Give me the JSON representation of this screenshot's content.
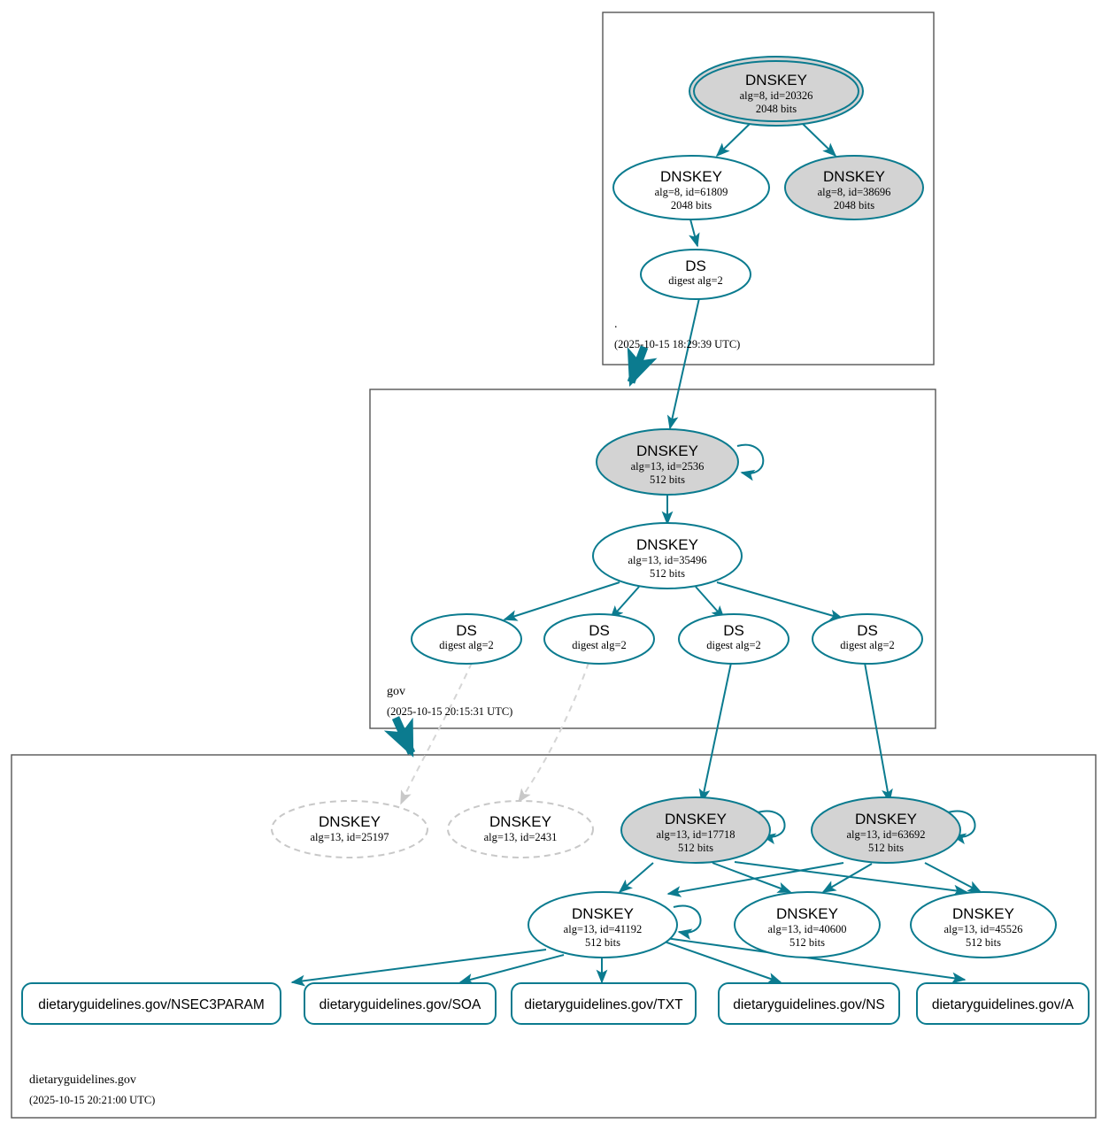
{
  "diagram": {
    "type": "dnssec-authentication-chain",
    "accent_color": "#0b7b8f",
    "secure_fill": "#d3d3d3",
    "insecure_color": "#c8c8c8"
  },
  "zones": [
    {
      "id": "root",
      "label": ".",
      "timestamp": "(2025-10-15 18:29:39 UTC)"
    },
    {
      "id": "gov",
      "label": "gov",
      "timestamp": "(2025-10-15 20:15:31 UTC)"
    },
    {
      "id": "leaf",
      "label": "dietaryguidelines.gov",
      "timestamp": "(2025-10-15 20:21:00 UTC)"
    }
  ],
  "nodes": {
    "root_ksk": {
      "title": "DNSKEY",
      "line2": "alg=8, id=20326",
      "line3": "2048 bits"
    },
    "root_zsk": {
      "title": "DNSKEY",
      "line2": "alg=8, id=61809",
      "line3": "2048 bits"
    },
    "root_extra": {
      "title": "DNSKEY",
      "line2": "alg=8, id=38696",
      "line3": "2048 bits"
    },
    "root_ds": {
      "title": "DS",
      "line2": "digest alg=2"
    },
    "gov_ksk": {
      "title": "DNSKEY",
      "line2": "alg=13, id=2536",
      "line3": "512 bits"
    },
    "gov_zsk": {
      "title": "DNSKEY",
      "line2": "alg=13, id=35496",
      "line3": "512 bits"
    },
    "gov_ds1": {
      "title": "DS",
      "line2": "digest alg=2"
    },
    "gov_ds2": {
      "title": "DS",
      "line2": "digest alg=2"
    },
    "gov_ds3": {
      "title": "DS",
      "line2": "digest alg=2"
    },
    "gov_ds4": {
      "title": "DS",
      "line2": "digest alg=2"
    },
    "leaf_k25197": {
      "title": "DNSKEY",
      "line2": "alg=13, id=25197"
    },
    "leaf_k2431": {
      "title": "DNSKEY",
      "line2": "alg=13, id=2431"
    },
    "leaf_k17718": {
      "title": "DNSKEY",
      "line2": "alg=13, id=17718",
      "line3": "512 bits"
    },
    "leaf_k63692": {
      "title": "DNSKEY",
      "line2": "alg=13, id=63692",
      "line3": "512 bits"
    },
    "leaf_k41192": {
      "title": "DNSKEY",
      "line2": "alg=13, id=41192",
      "line3": "512 bits"
    },
    "leaf_k40600": {
      "title": "DNSKEY",
      "line2": "alg=13, id=40600",
      "line3": "512 bits"
    },
    "leaf_k45526": {
      "title": "DNSKEY",
      "line2": "alg=13, id=45526",
      "line3": "512 bits"
    }
  },
  "records": [
    {
      "id": "nsec3param",
      "label": "dietaryguidelines.gov/NSEC3PARAM"
    },
    {
      "id": "soa",
      "label": "dietaryguidelines.gov/SOA"
    },
    {
      "id": "txt",
      "label": "dietaryguidelines.gov/TXT"
    },
    {
      "id": "ns",
      "label": "dietaryguidelines.gov/NS"
    },
    {
      "id": "a",
      "label": "dietaryguidelines.gov/A"
    }
  ]
}
